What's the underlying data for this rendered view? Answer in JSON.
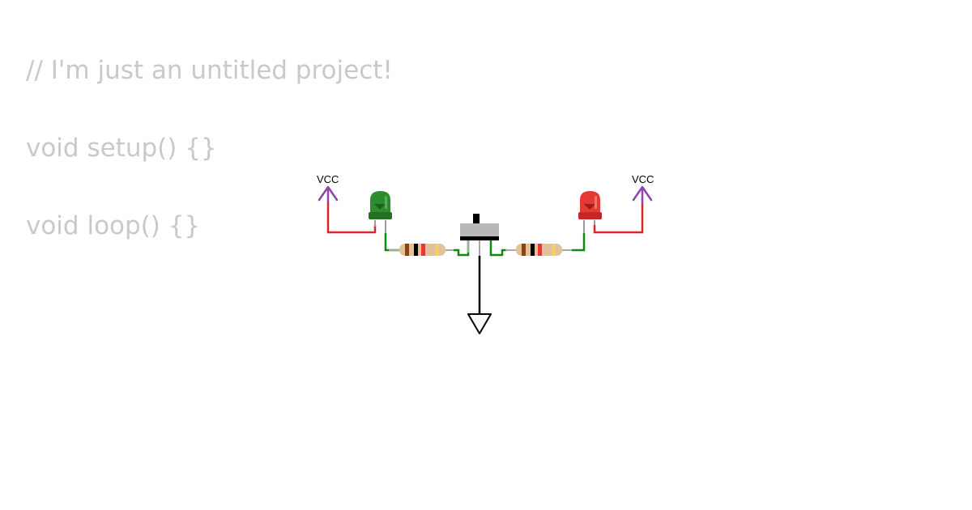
{
  "code": {
    "lines": [
      "// I'm just an untitled project!",
      "void setup() {}",
      "void loop() {}"
    ]
  },
  "circuit": {
    "vcc_left": "VCC",
    "vcc_right": "VCC",
    "colors": {
      "vcc_symbol": "#8e44ad",
      "vcc_wire": "#d62828",
      "signal_wire": "#118811",
      "ground_wire": "#000000",
      "led_left": "#2e8b2e",
      "led_right": "#e53935",
      "resistor_body": "#e2c29a",
      "switch_body": "#b8b8b8"
    },
    "resistor_bands": [
      "#8b4513",
      "#000000",
      "#e53935",
      "#f0d060"
    ]
  }
}
